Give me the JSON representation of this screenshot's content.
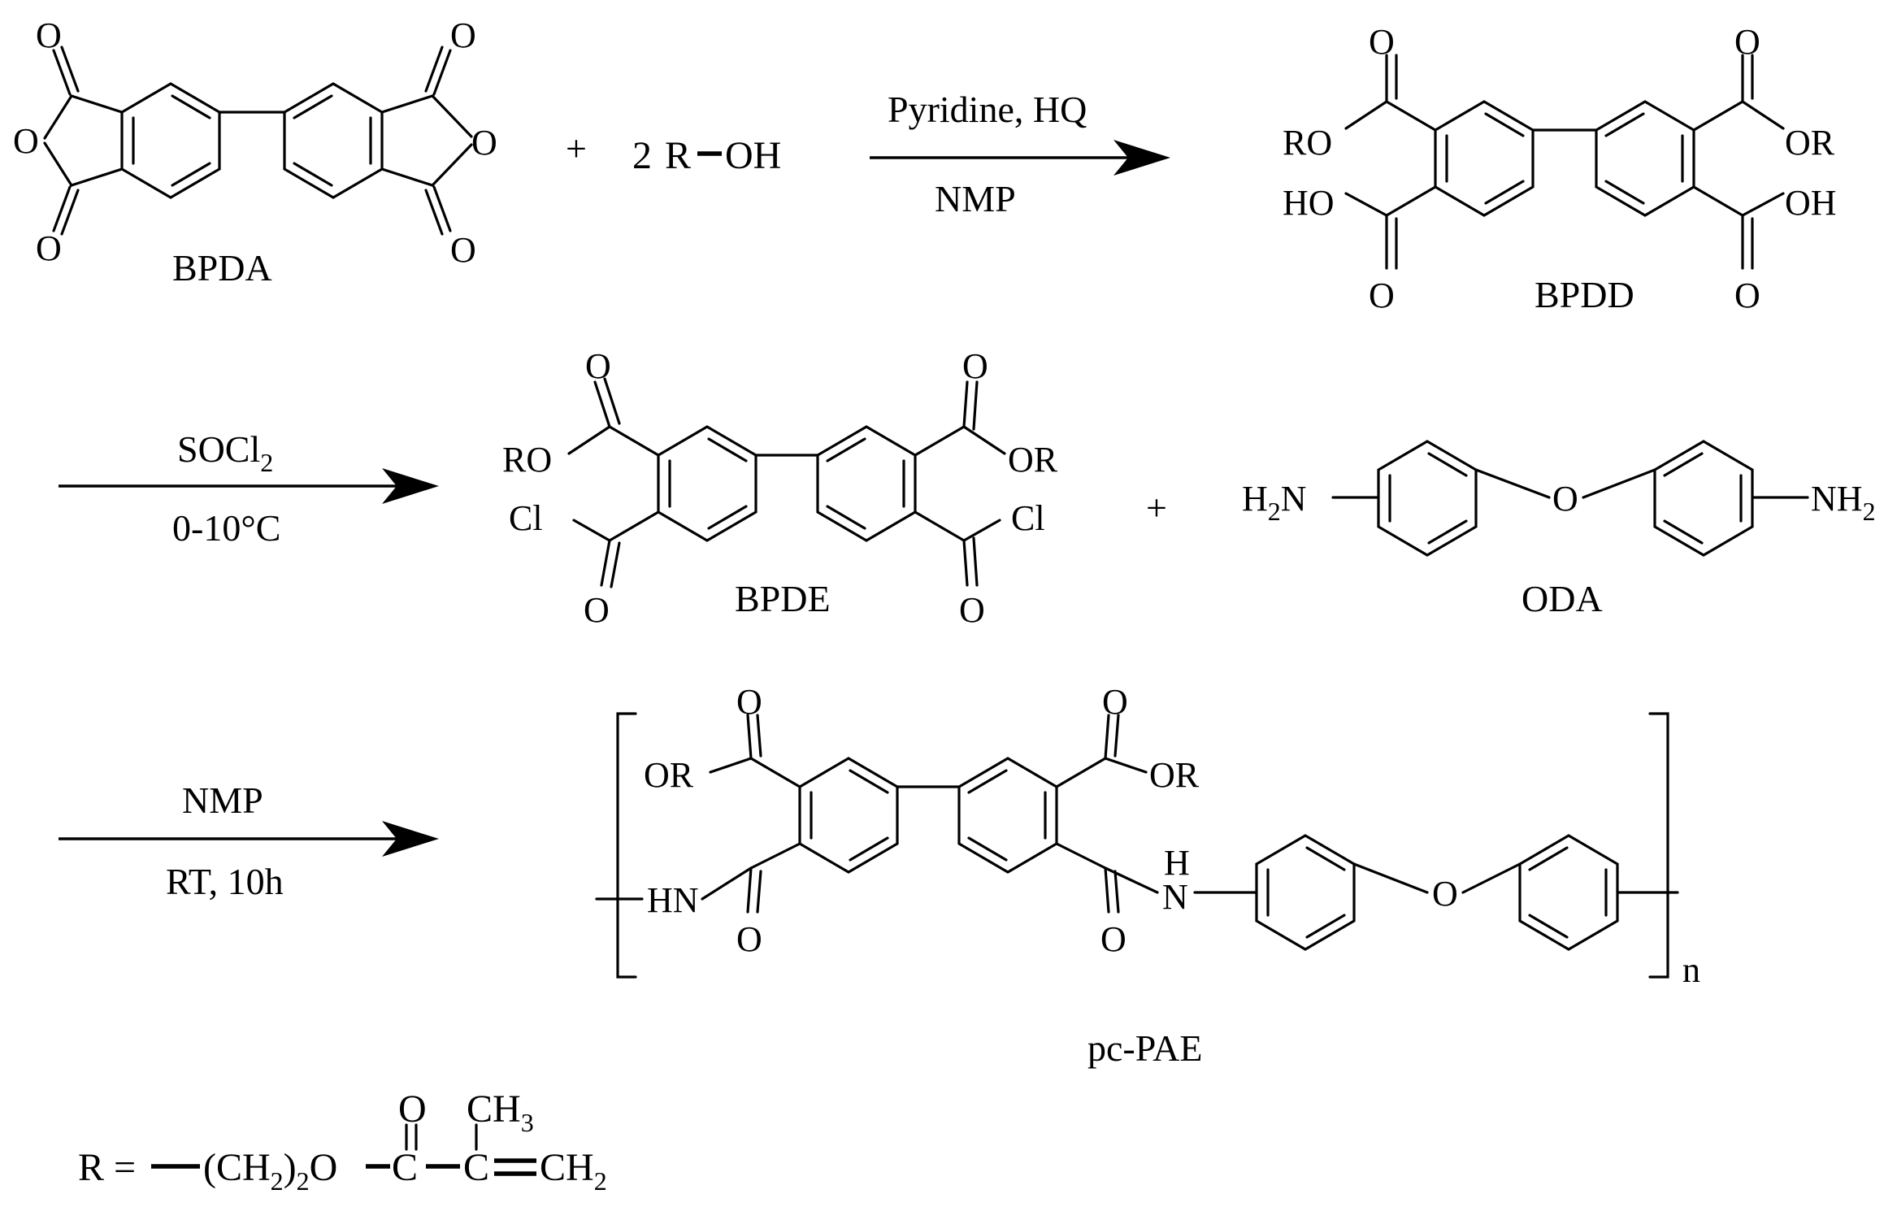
{
  "colors": {
    "ink": "#000000",
    "background": "#ffffff"
  },
  "reactants": {
    "bpda_label": "BPDA",
    "plus": "+",
    "alcohol": {
      "coef": "2",
      "r": "R",
      "oh": "OH"
    }
  },
  "step1": {
    "above": "Pyridine, HQ",
    "below": "NMP"
  },
  "bpdd": {
    "label": "BPDD",
    "ro": "RO",
    "or": "OR",
    "ho": "HO",
    "oh": "OH"
  },
  "step2": {
    "reagent": "SOCl",
    "reagent_sub": "2",
    "temp": "0-10°C"
  },
  "bpde": {
    "label": "BPDE",
    "ro": "RO",
    "or": "OR",
    "cl": "Cl"
  },
  "plus2": "+",
  "oda": {
    "label": "ODA",
    "h": "H",
    "h_sub": "2",
    "n": "N",
    "nh": "NH",
    "o": "O"
  },
  "step3": {
    "above": "NMP",
    "below": "RT,  10h"
  },
  "polymer": {
    "label": "pc-PAE",
    "or": "OR",
    "hn": "HN",
    "h": "H",
    "n": "N",
    "o": "O",
    "repeat": "n"
  },
  "r_group": {
    "lhs": "R =",
    "ch2_open": "(CH",
    "ch2_sub": "2",
    "ch2_close": ")",
    "count": "2",
    "o": "O",
    "c": "C",
    "ch": "CH",
    "h_sub": "3",
    "ch2_end": "CH",
    "ch2_end_sub": "2"
  },
  "atoms": {
    "o": "O"
  }
}
